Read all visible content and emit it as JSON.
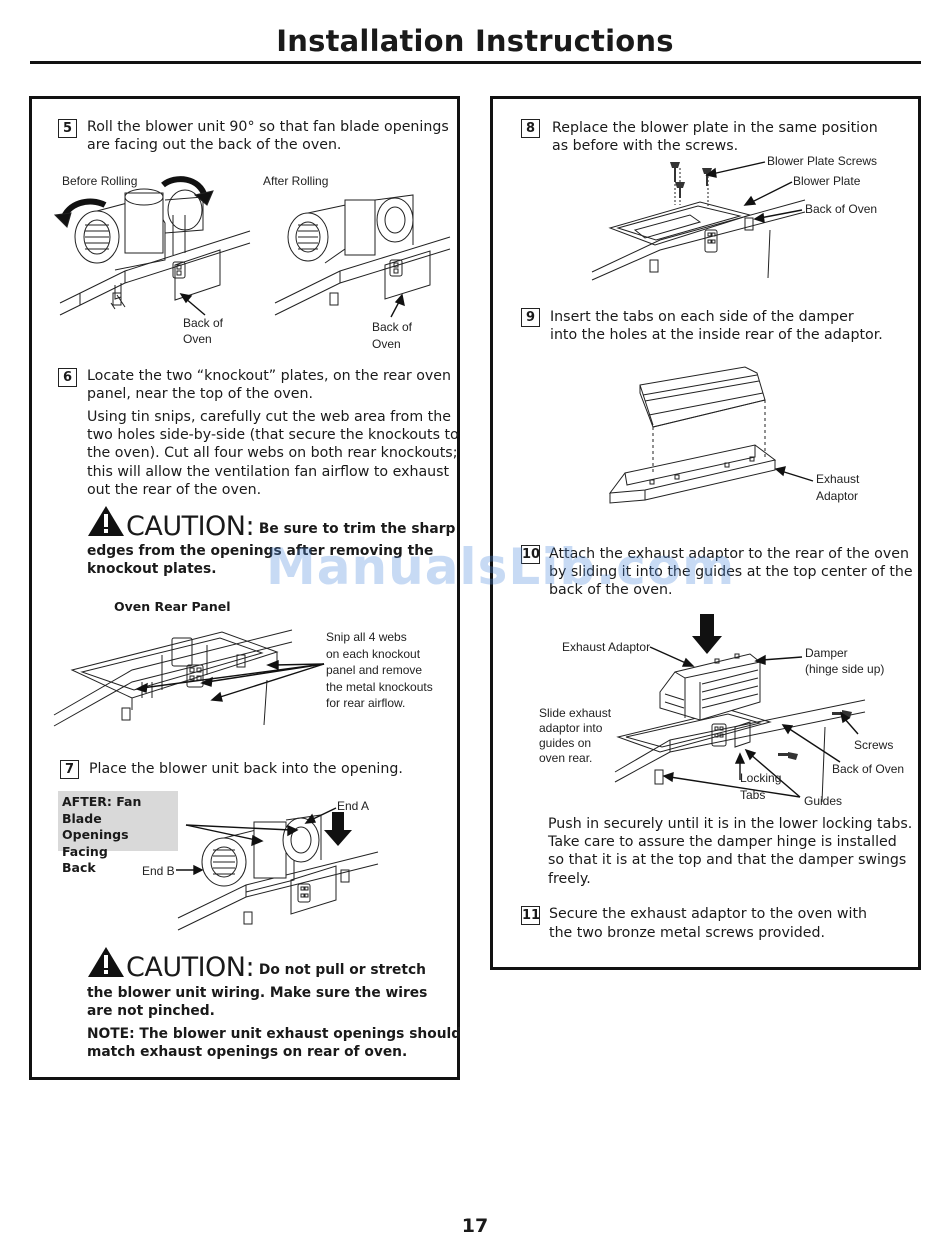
{
  "page": {
    "title": "Installation Instructions",
    "page_number": "17",
    "watermark": "ManualsLib.com"
  },
  "step5": {
    "num": "5",
    "line1": "Roll the blower unit 90° so that fan blade openings",
    "line2": "are facing out the back of the oven.",
    "label_before": "Before Rolling",
    "label_after": "After Rolling",
    "back_of_oven_1a": "Back of",
    "back_of_oven_1b": "Oven",
    "back_of_oven_2a": "Back of",
    "back_of_oven_2b": "Oven"
  },
  "step6": {
    "num": "6",
    "line1": "Locate the two “knockout” plates, on the rear oven",
    "line2": "panel, near the top of the oven.",
    "p2_1": "Using tin snips, carefully cut the web area from the",
    "p2_2": "two holes side-by-side (that secure the knockouts to",
    "p2_3": "the oven). Cut all four webs on both rear knockouts;",
    "p2_4": "this will allow the ventilation fan airflow to exhaust",
    "p2_5": "out the rear of the oven.",
    "caution_word": "CAUTION:",
    "caution_1": "Be sure to trim the sharp",
    "caution_2": "edges from the openings after removing the",
    "caution_3": "knockout plates.",
    "figure_title": "Oven Rear Panel",
    "snip_1": "Snip all 4 webs",
    "snip_2": "on each knockout",
    "snip_3": "panel and remove",
    "snip_4": "the metal knockouts",
    "snip_5": "for rear airflow."
  },
  "step7": {
    "num": "7",
    "line1": "Place the blower unit back into the opening.",
    "after_1": "AFTER: Fan Blade",
    "after_2": "Openings Facing",
    "after_3": "Back",
    "end_a": "End A",
    "end_b": "End B",
    "caution_word": "CAUTION:",
    "caution_1": "Do not pull or stretch",
    "caution_2": "the blower unit wiring. Make sure the wires",
    "caution_3": "are not pinched.",
    "note_1": "NOTE: The blower unit exhaust openings should",
    "note_2": "match exhaust openings on rear of oven."
  },
  "step8": {
    "num": "8",
    "line1": "Replace the blower plate in the same position",
    "line2": "as before with the screws.",
    "label_screws": "Blower Plate Screws",
    "label_plate": "Blower Plate",
    "label_back": "Back of Oven"
  },
  "step9": {
    "num": "9",
    "line1": "Insert the tabs on each side of the damper",
    "line2": "into the holes at the inside rear of the adaptor.",
    "exhaust_1": "Exhaust",
    "exhaust_2": "Adaptor"
  },
  "step10": {
    "num": "10",
    "line1": "Attach the exhaust adaptor to the rear of the oven",
    "line2": "by sliding it into the guides at the top center of the",
    "line3": "back of the oven.",
    "label_exhaust_adaptor": "Exhaust Adaptor",
    "damper_1": "Damper",
    "damper_2": "(hinge side up)",
    "slide_1": "Slide exhaust",
    "slide_2": "adaptor into",
    "slide_3": "guides on",
    "slide_4": "oven rear.",
    "label_screws": "Screws",
    "label_back": "Back of Oven",
    "locking_1": "Locking",
    "locking_2": "Tabs",
    "label_guides": "Guides",
    "push_1": "Push in securely until it is in the lower locking tabs.",
    "push_2": "Take care to assure the damper hinge is installed",
    "push_3": "so that it is at the top and that the damper swings",
    "push_4": "freely."
  },
  "step11": {
    "num": "11",
    "line1": "Secure the exhaust adaptor to the oven with",
    "line2": "the two bronze metal screws provided."
  }
}
